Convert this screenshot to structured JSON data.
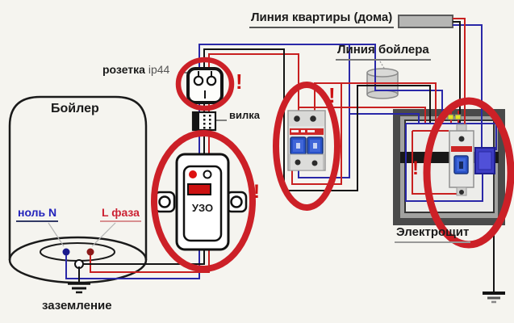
{
  "diagram": {
    "type": "boiler-wiring-diagram",
    "labels": {
      "apartment_line": "Линия квартиры (дома)",
      "boiler_line": "Линия бойлера",
      "socket_name": "розетка",
      "socket_rating": "ip44",
      "plug": "вилка",
      "boiler": "Бойлер",
      "neutral": "ноль N",
      "phase": "L фаза",
      "rcd": "УЗО",
      "panel": "Электрощит",
      "ground": "заземление",
      "warning": "!"
    },
    "colors": {
      "neutral_wire": "#2a28a8",
      "phase_wire": "#c82020",
      "ground_wire": "#141414",
      "highlight_ring": "#cc2027",
      "warning_mark": "#cc1111",
      "neutral_text": "#2222bb",
      "phase_text": "#cc2233"
    }
  }
}
